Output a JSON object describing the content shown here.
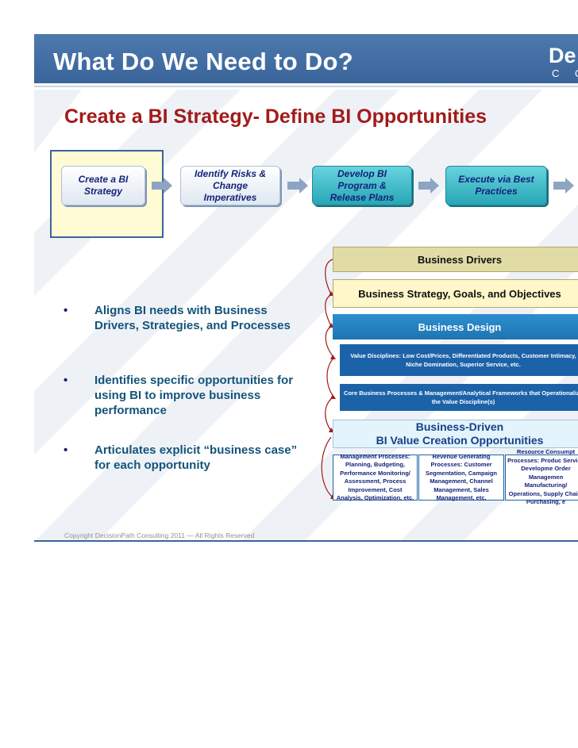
{
  "header": {
    "title": "What Do We Need to Do?",
    "logo_main": "De",
    "logo_sub": "C O"
  },
  "subtitle": "Create a BI Strategy- Define BI Opportunities",
  "steps": [
    "Create a BI Strategy",
    "Identify Risks & Change Imperatives",
    "Develop BI Program & Release Plans",
    "Execute via Best Practices"
  ],
  "bullets": [
    "Aligns BI needs with Business Drivers, Strategies, and Processes",
    "Identifies specific opportunities for using BI to improve business performance",
    "Articulates explicit “business case” for each opportunity"
  ],
  "diagram": {
    "drivers": "Business Drivers",
    "strategy": "Business Strategy, Goals, and Objectives",
    "design": "Business Design",
    "value_disciplines": "Value Disciplines: Low Cost/Prices, Differentiated Products, Customer Intimacy, Niche Domination, Superior Service, etc.",
    "core_processes": "Core Business Processes & Management/Analytical Frameworks that Operationalize the Value Discipline(s)",
    "bi_driven_line1": "Business-Driven",
    "bi_driven_line2": "BI Value Creation Opportunities",
    "col_management": "Management Processes: Planning, Budgeting, Performance Monitoring/ Assessment, Process Improvement, Cost Analysis, Optimization, etc.",
    "col_revenue": "Revenue Generating Processes: Customer Segmentation, Campaign Management, Channel Management, Sales Management, etc.",
    "col_resource": "Resource Consumpt Processes: Produc Service Developme Order Managemen Manufacturing/ Operations, Supply Chain, Purchasing, e"
  },
  "copyright": "Copyright DecisionPath Consulting 2011 — All Rights Reserved",
  "colors": {
    "header": "#3a659b",
    "subtitle": "#a21a1a",
    "bullet_text": "#14547a",
    "highlight": "#fffbd5",
    "teal": "#27a6b5"
  }
}
